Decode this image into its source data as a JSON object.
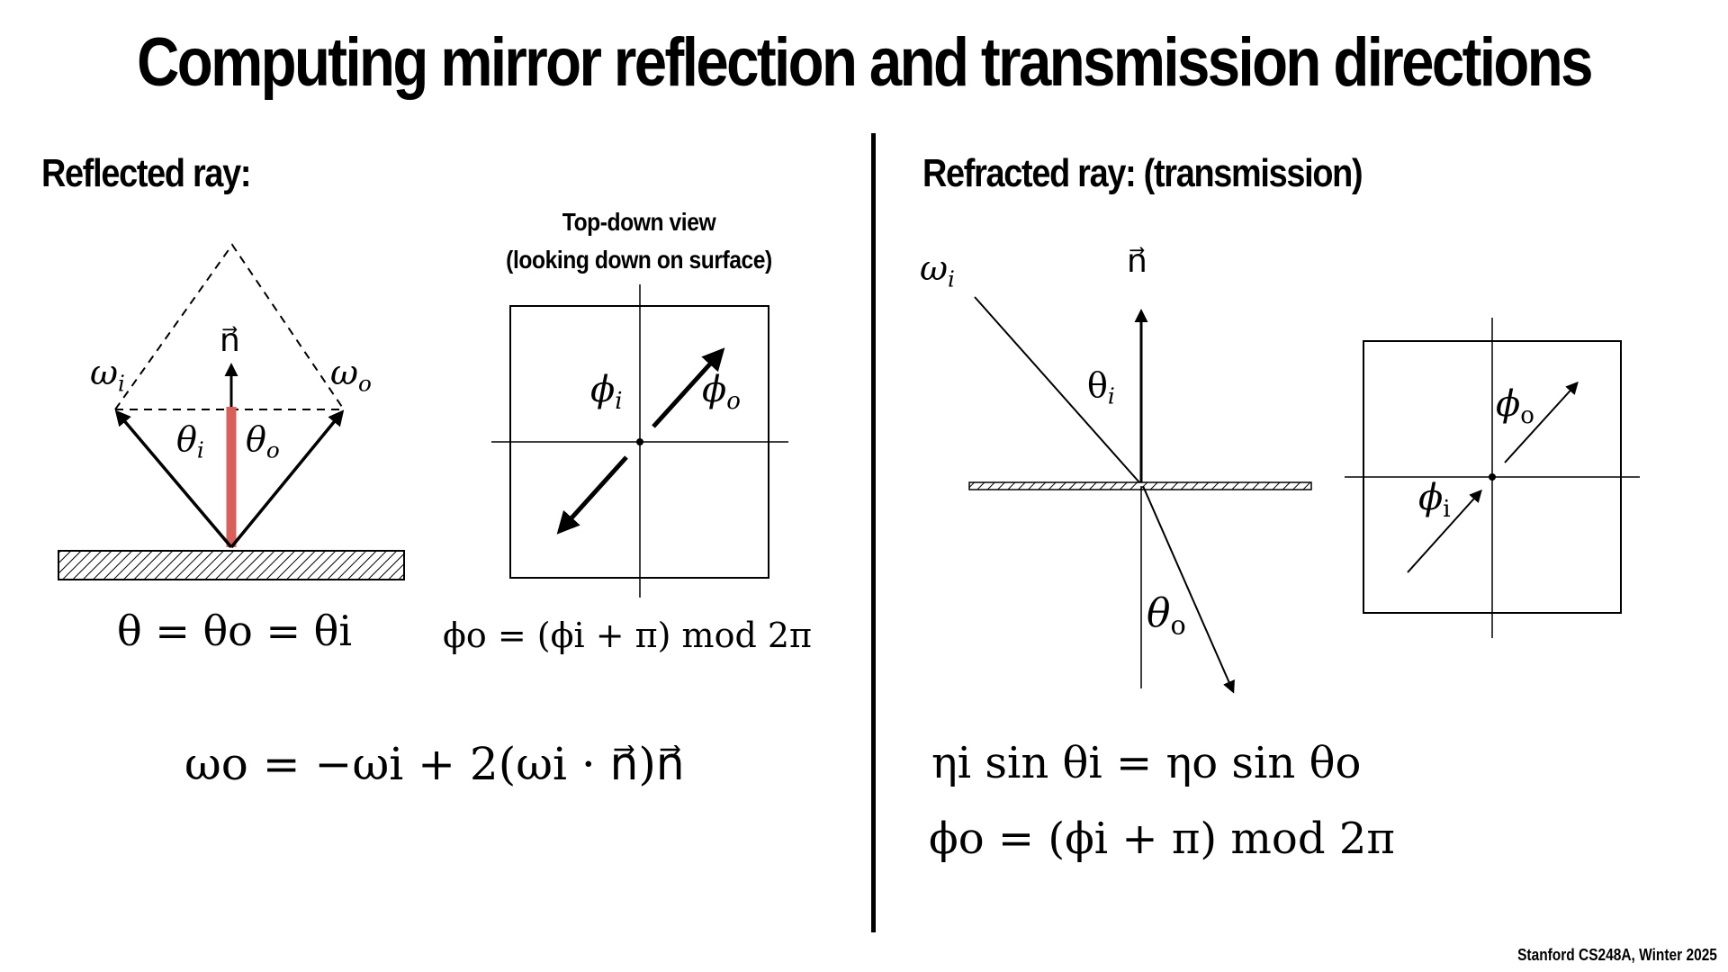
{
  "slide": {
    "title": "Computing mirror reflection and transmission directions",
    "footer": "Stanford CS248A, Winter 2025"
  },
  "left": {
    "heading": "Reflected ray:",
    "topdown_caption_1": "Top-down view",
    "topdown_caption_2": "(looking down on surface)",
    "labels": {
      "omega_i": "ω",
      "omega_i_sub": "i",
      "omega_o": "ω",
      "omega_o_sub": "o",
      "normal": "n⃗",
      "theta_i": "θ",
      "theta_i_sub": "i",
      "theta_o": "θ",
      "theta_o_sub": "o",
      "phi_i": "ϕ",
      "phi_i_sub": "i",
      "phi_o": "ϕ",
      "phi_o_sub": "o"
    },
    "eq_theta": "θ = θo = θi",
    "eq_phi": "ϕo = (ϕi + π) mod 2π",
    "eq_omega": "ωo = −ωi + 2(ωi · n⃗)n⃗"
  },
  "right": {
    "heading": "Refracted ray: (transmission)",
    "labels": {
      "omega_i": "ω",
      "omega_i_sub": "i",
      "normal": "n⃗",
      "theta_i": "θ",
      "theta_i_sub": "i",
      "theta_o": "θ",
      "theta_o_sub": "o",
      "phi_i": "ϕ",
      "phi_i_sub": "i",
      "phi_o": "ϕ",
      "phi_o_sub": "o"
    },
    "eq_snell": "ηi sin θi = ηo sin θo",
    "eq_phi": "ϕo = (ϕi + π) mod 2π"
  },
  "colors": {
    "normal_highlight": "#d9605a",
    "ink": "#000000"
  }
}
